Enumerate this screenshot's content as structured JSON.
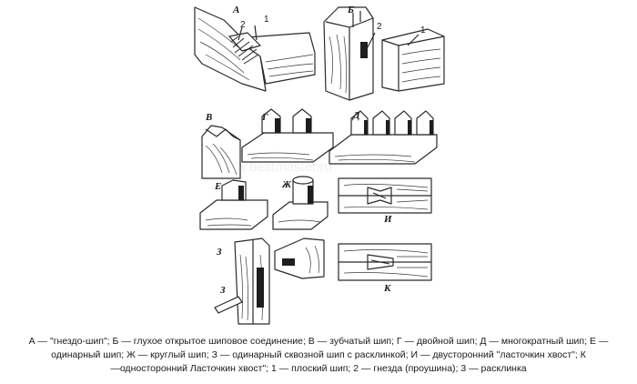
{
  "figure": {
    "labels": {
      "a": "А",
      "b": "Б",
      "v": "В",
      "g": "Г",
      "d": "Д",
      "e": "Е",
      "zh": "Ж",
      "z": "З",
      "z_part": "З",
      "i": "И",
      "k": "К"
    },
    "numbers": {
      "a_1": "1",
      "a_2": "2",
      "b_1": "1",
      "b_2": "2"
    },
    "watermark": "www.bestmaster.ru"
  },
  "caption": {
    "line1": "А — \"гнездо-шип\"; Б — глухое открытое шиповое соединение; В — зубчатый шип; Г — двойной шип; Д — многократный шип; Е —",
    "line2": "одинарный шип; Ж — круглый шип; З — одинарный сквозной шип с расклинкой; И — двусторонний \"ласточкин хвост\"; К",
    "line3": "—односторонний Ласточкин хвост\"; 1 — плоский шип; 2 — гнезда (проушина); 3 — расклинка"
  }
}
